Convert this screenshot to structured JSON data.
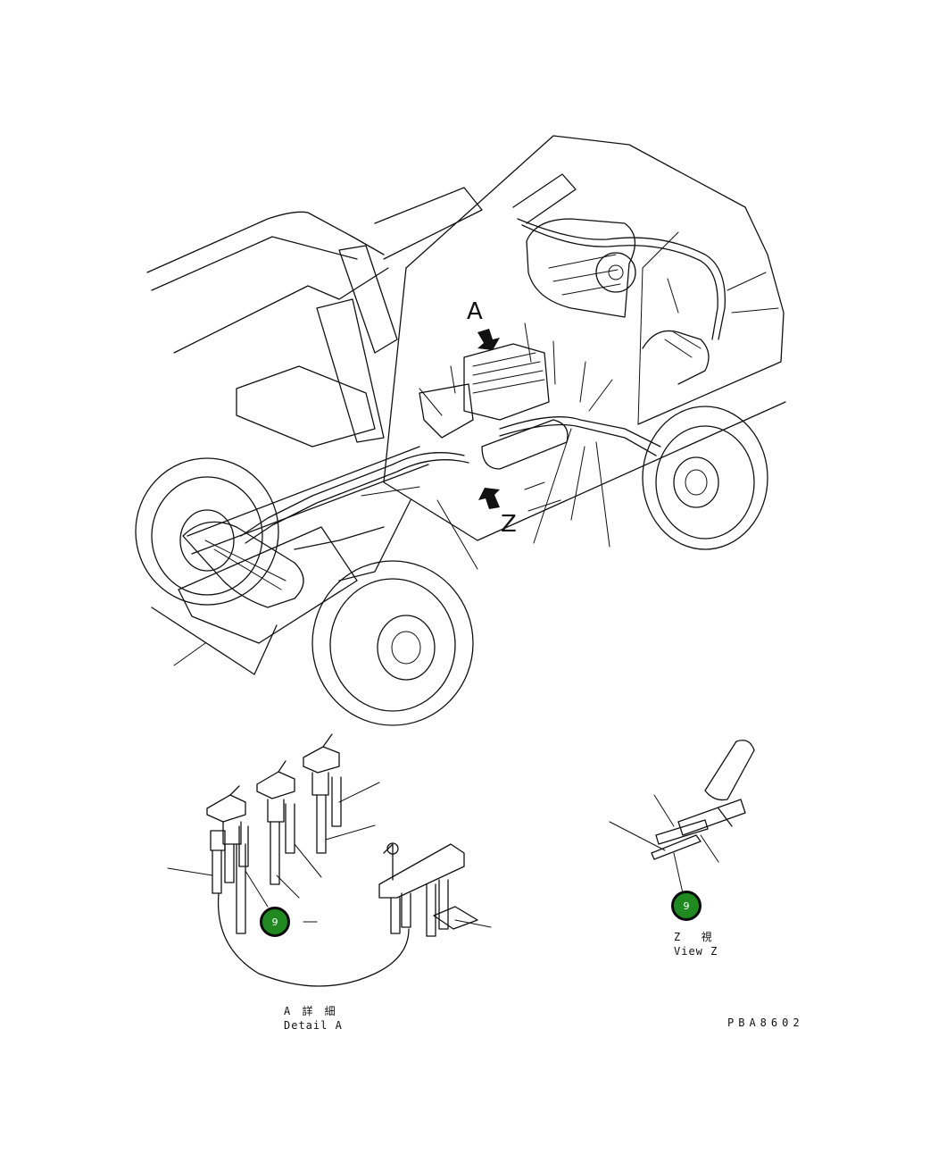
{
  "callouts": {
    "arrow_a": "A",
    "arrow_z": "Z"
  },
  "detail_a": {
    "caption_jp": "A 詳 細",
    "caption_en": "Detail A",
    "badge": "9"
  },
  "view_z": {
    "caption_jp": "Z  視",
    "caption_en": "View Z",
    "badge": "9"
  },
  "drawing_code": "PBA8602",
  "colors": {
    "line": "#111111",
    "badge_fill": "#1f8a1f",
    "badge_border": "#0b0b0b"
  }
}
